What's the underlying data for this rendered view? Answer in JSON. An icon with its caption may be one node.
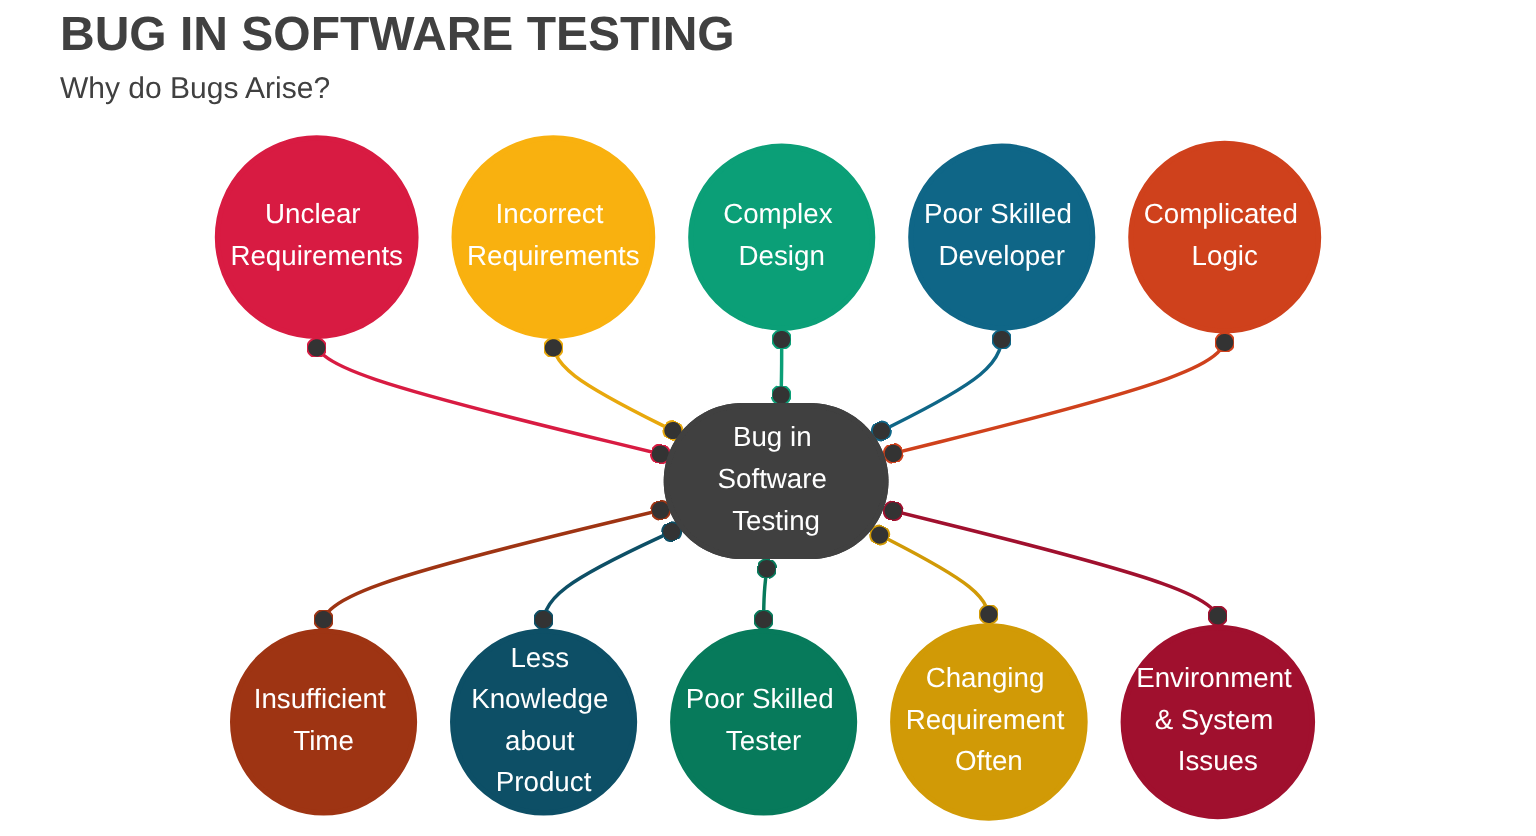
{
  "diagram": {
    "title": "BUG IN SOFTWARE TESTING",
    "nodes": [
      {
        "text": [
          "Unclear Requirements"
        ]
      },
      {
        "text": [
          "Incorrect Requirements"
        ]
      },
      {
        "text": [
          "Complex Design"
        ]
      },
      {
        "text": [
          "Poor Skilled Developer"
        ]
      },
      {
        "text": [
          "Complicated Logic"
        ]
      },
      {
        "text": [
          "Bug in Software Testing"
        ]
      },
      {
        "text": [
          "Insufficient Time"
        ]
      },
      {
        "text": [
          "Less Knowledge about Product"
        ]
      },
      {
        "text": [
          "Poor Skilled Tester"
        ]
      },
      {
        "text": [
          "Changing Requirement Often"
        ]
      },
      {
        "text": [
          "Environment & System Issues"
        ]
      }
    ],
    "edges": [
      {
        "from": 0,
        "to": 5,
        "arrow": "other",
        "color": "#d81b42"
      },
      {
        "from": 1,
        "to": 5,
        "arrow": "other",
        "color": "#e8a80c"
      },
      {
        "from": 2,
        "to": 5,
        "arrow": "other",
        "color": "#0b9f77"
      },
      {
        "from": 3,
        "to": 5,
        "arrow": "other",
        "color": "#0f6687"
      },
      {
        "from": 4,
        "to": 5,
        "arrow": "other",
        "color": "#cf411c"
      },
      {
        "from": 5,
        "to": 6,
        "arrow": "other",
        "color": "#9e3413"
      },
      {
        "from": 5,
        "to": 7,
        "arrow": "other",
        "color": "#0d4f66"
      },
      {
        "from": 5,
        "to": 8,
        "arrow": "other",
        "color": "#077a5b"
      },
      {
        "from": 5,
        "to": 9,
        "arrow": "other",
        "color": "#d19a06"
      },
      {
        "from": 5,
        "to": 10,
        "arrow": "other",
        "color": "#a0102e"
      }
    ],
    "labels": [
      "Why do Bugs Arise?"
    ]
  }
}
